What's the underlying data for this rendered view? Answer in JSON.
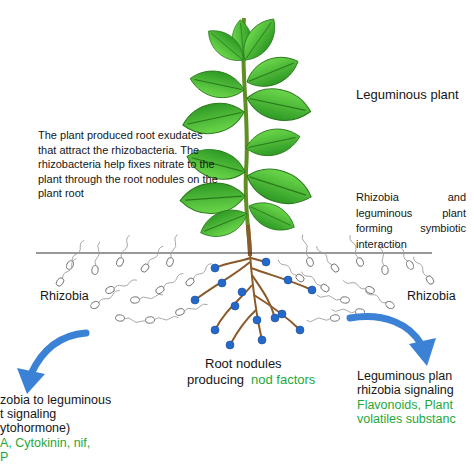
{
  "diagram": {
    "labels": [
      "Leguminous plant",
      "The plant produced root exudates that attract the rhizobacteria. The rhizobacteria help fixes nitrate to the plant through the root nodules on the plant root",
      "Rhizobia and leguminous plant forming symbiotic interaction",
      "Rhizobia",
      "Rhizobia",
      "Root nodules producing",
      "nod factors",
      "zobia to leguminous",
      "t signaling",
      "ytohormone)",
      "A, Cytokinin, nif,",
      "P",
      "Leguminous plan",
      "rhizobia signaling",
      "Flavonoids, Plant",
      "volatiles substanc"
    ]
  }
}
